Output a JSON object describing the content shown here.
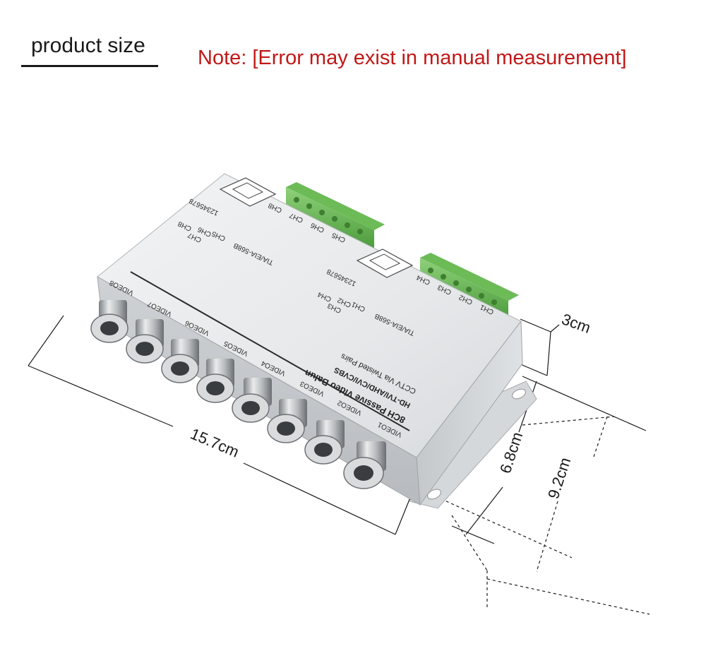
{
  "header": {
    "heading": "product size",
    "note": "Note: [Error may exist in manual measurement]",
    "note_color": "#c21818"
  },
  "dimensions": {
    "length": "15.7cm",
    "height": "3cm",
    "depth": "6.8cm",
    "depth_with_flange": "9.2cm"
  },
  "device": {
    "model_line": "8CH Passive Video Balun",
    "formats_line": "HD-TVI/AHD/CVI/CVBS",
    "transport_line": "CCTV Via Twisted Pairs",
    "standard_label": "TIA/EIA-568B",
    "video_labels": [
      "VIDEO1",
      "VIDEO2",
      "VIDEO3",
      "VIDEO4",
      "VIDEO5",
      "VIDEO6",
      "VIDEO7",
      "VIDEO8"
    ],
    "terminal_labels_right": [
      "CH1",
      "CH2",
      "CH3",
      "CH4"
    ],
    "terminal_labels_left": [
      "CH5",
      "CH6",
      "CH7",
      "CH8"
    ],
    "pin_numbers": "12345678",
    "rj45_pair_labels_right": [
      "CH1",
      "CH2",
      "CH3",
      "CH4"
    ],
    "rj45_pair_labels_left": [
      "CH5",
      "CH6",
      "CH7",
      "CH8"
    ]
  }
}
